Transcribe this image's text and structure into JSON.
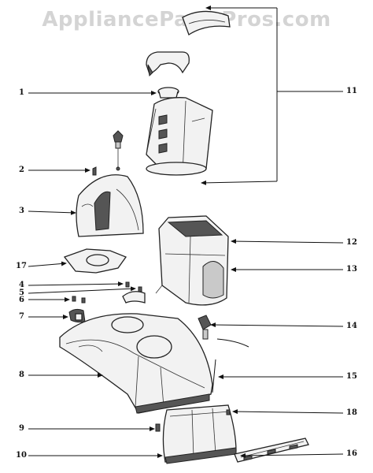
{
  "watermark": "AppliancePartsPros.com",
  "callouts": [
    "1",
    "2",
    "3",
    "17",
    "4",
    "5",
    "6",
    "7",
    "8",
    "9",
    "10",
    "11",
    "12",
    "13",
    "14",
    "15",
    "18",
    "16"
  ]
}
